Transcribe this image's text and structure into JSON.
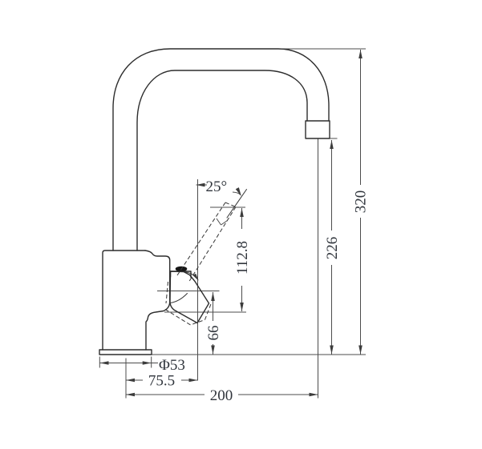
{
  "drawing": {
    "title": "kitchen-mixer-tap-dimension-drawing",
    "units": "mm",
    "labels": {
      "overall_height": "320",
      "outlet_height": "226",
      "handle_travel_height": "112.8",
      "deck_to_handle_bottom": "66",
      "handle_open_angle": "25°",
      "base_diameter": "Φ53",
      "handle_reach": "75.5",
      "spout_reach": "200"
    },
    "colors": {
      "background": "#ffffff",
      "object_line": "#2d2d2d",
      "dimension_line": "#4c4c4c",
      "text": "#30353c"
    }
  }
}
